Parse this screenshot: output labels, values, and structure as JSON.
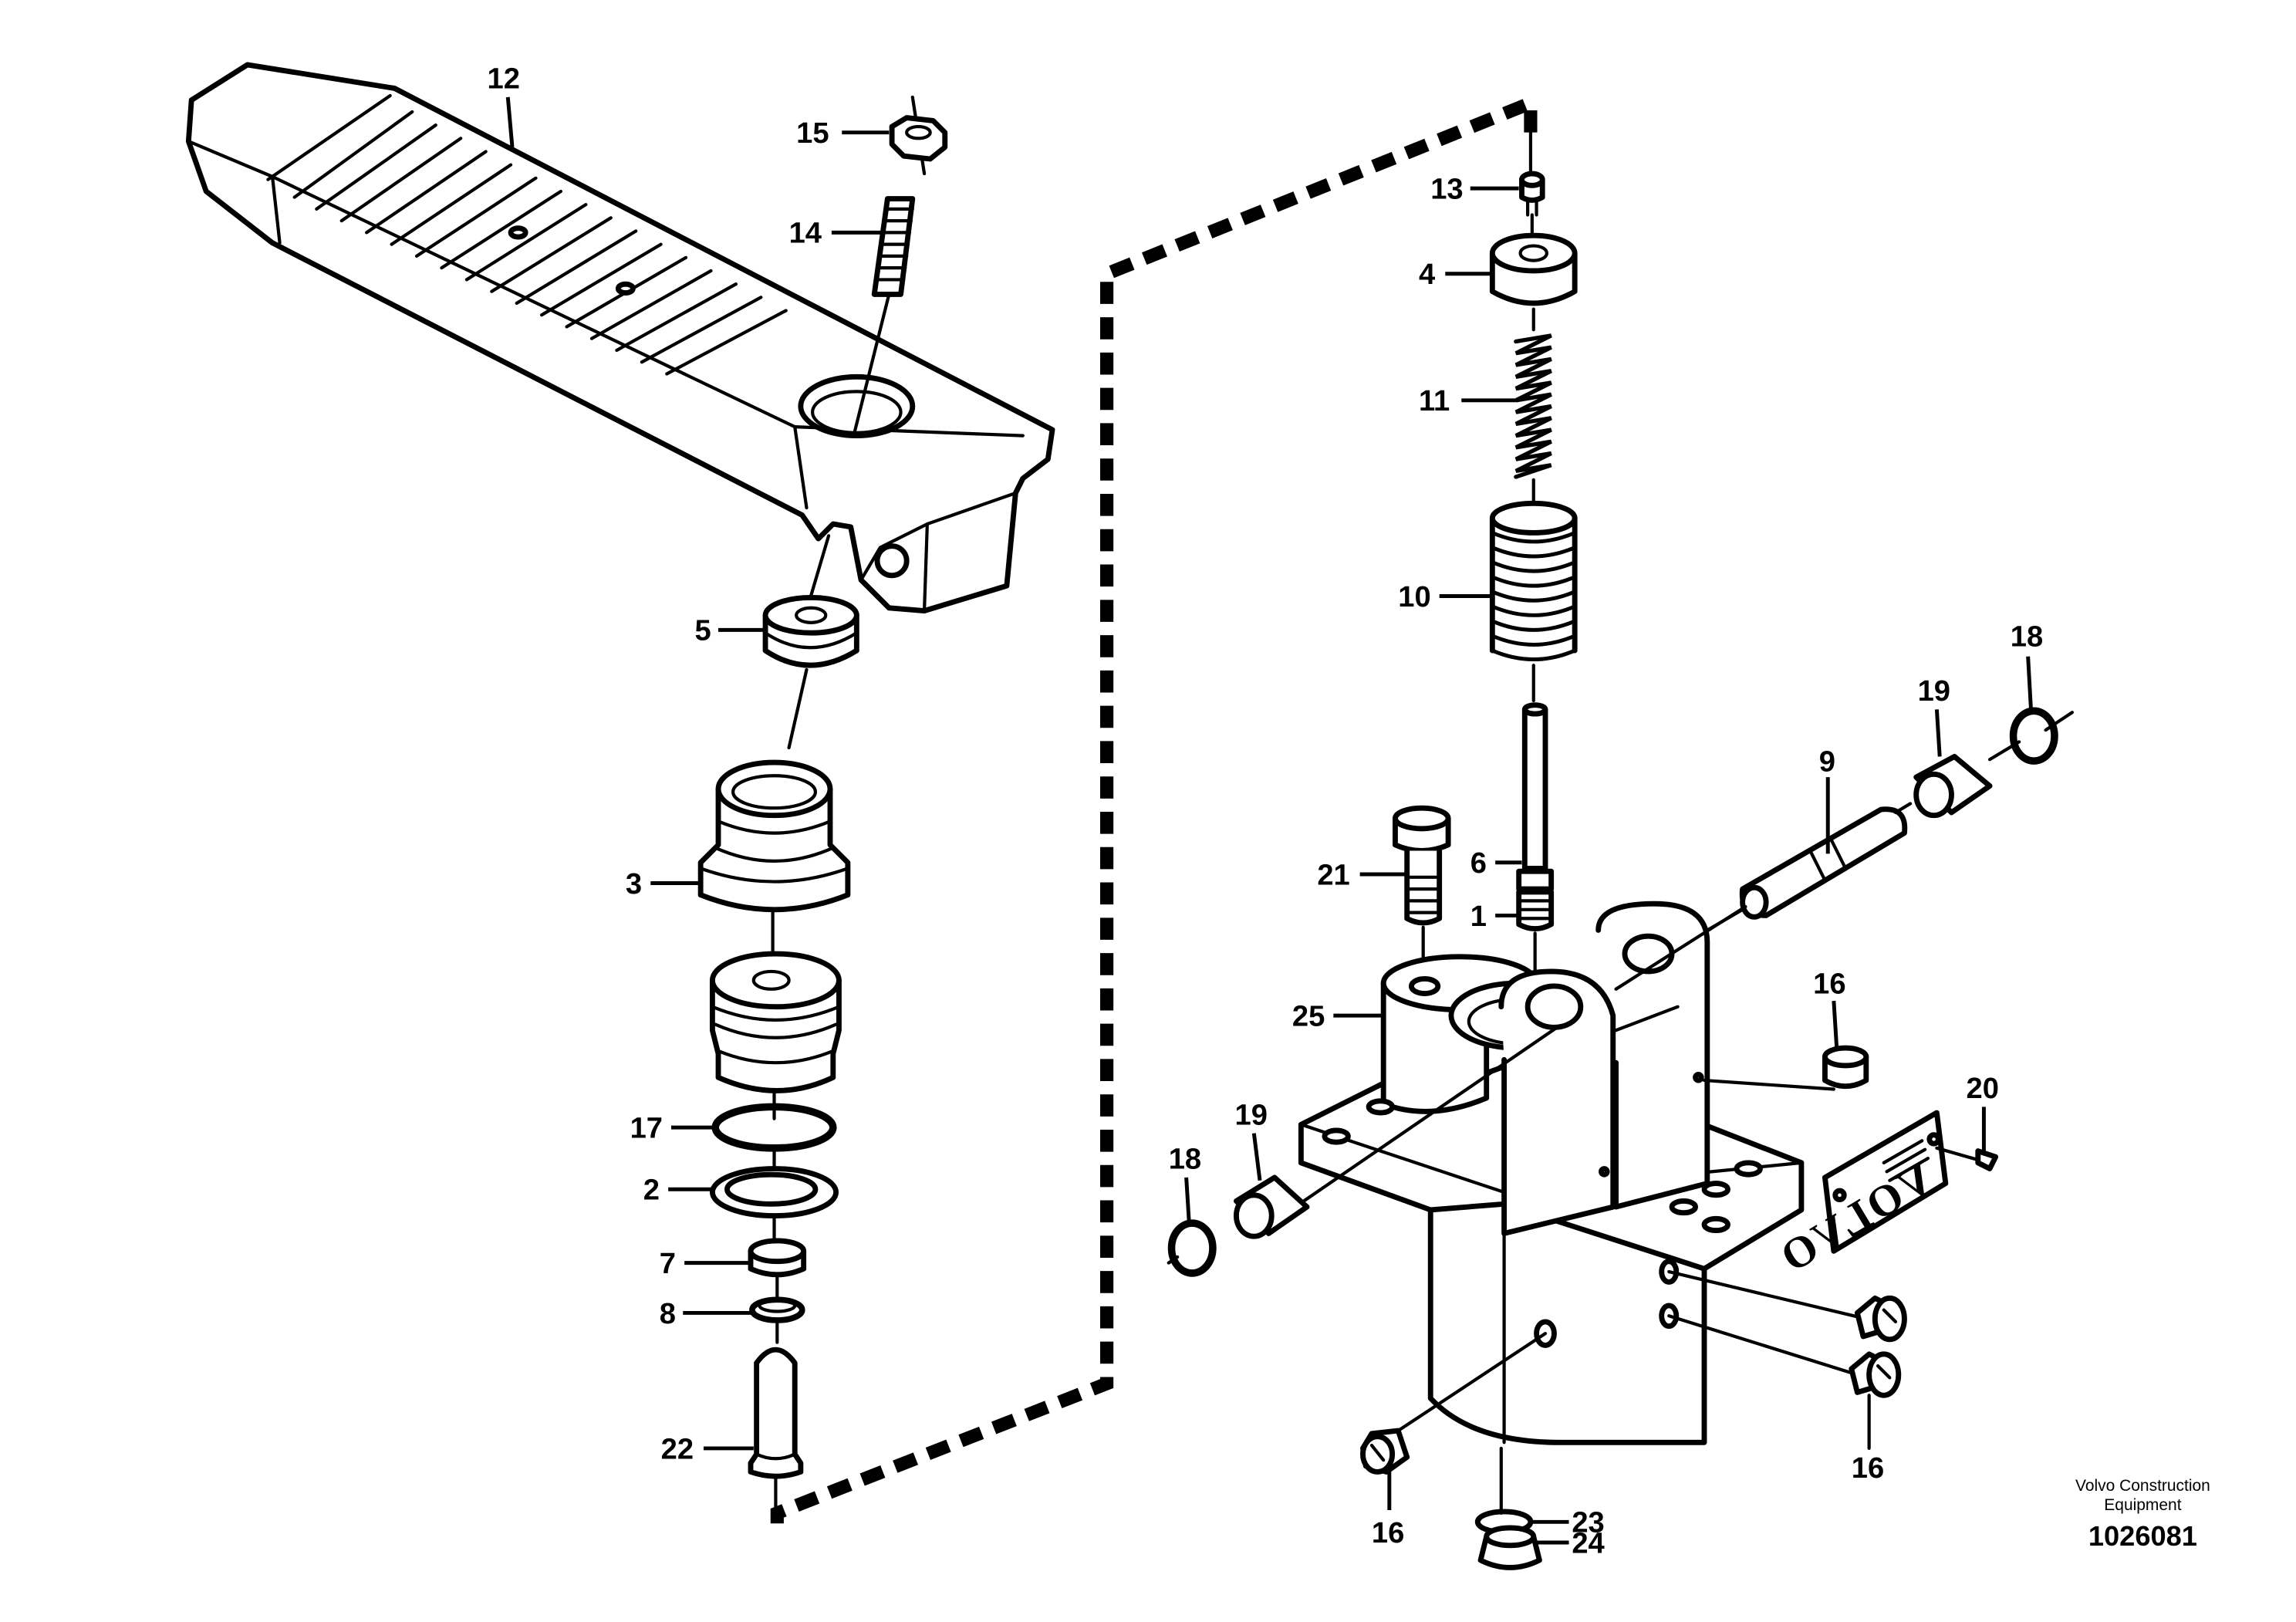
{
  "diagram": {
    "callouts": [
      "12",
      "15",
      "14",
      "13",
      "4",
      "11",
      "10",
      "5",
      "3",
      "21",
      "6",
      "1",
      "25",
      "9",
      "19",
      "18",
      "16",
      "20",
      "17",
      "2",
      "7",
      "8",
      "22",
      "23",
      "24"
    ],
    "publisher_line1": "Volvo Construction",
    "publisher_line2": "Equipment",
    "drawing_number": "1026081",
    "plate_brand": "VOLVO"
  }
}
